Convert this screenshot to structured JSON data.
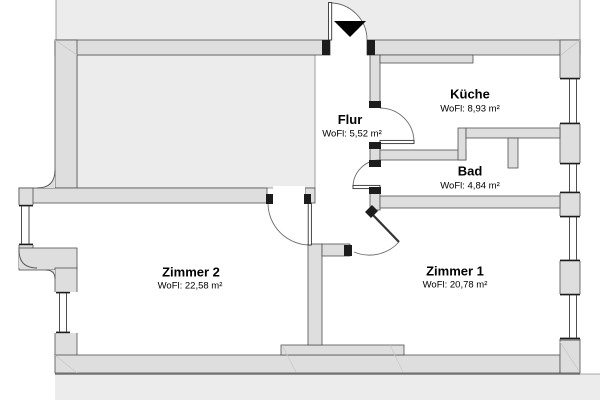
{
  "plan": {
    "type": "apartment-floor-plan",
    "rooms": [
      {
        "id": "flur",
        "name": "Flur",
        "area_label": "WoFl: 5,52 m²"
      },
      {
        "id": "kueche",
        "name": "Küche",
        "area_label": "WoFl: 8,93 m²"
      },
      {
        "id": "bad",
        "name": "Bad",
        "area_label": "WoFl: 4,84 m²"
      },
      {
        "id": "zimmer2",
        "name": "Zimmer 2",
        "area_label": "WoFl: 22,58 m²"
      },
      {
        "id": "zimmer1",
        "name": "Zimmer 1",
        "area_label": "WoFl: 20,78 m²"
      }
    ],
    "colors": {
      "room_floor": "#ffffff",
      "wall_fill": "#dedede",
      "building_mass_fill": "#ececec",
      "wall_outline": "#4f4f4f",
      "jamb": "#1c1c1c",
      "entrance_marker": "#000000"
    }
  }
}
